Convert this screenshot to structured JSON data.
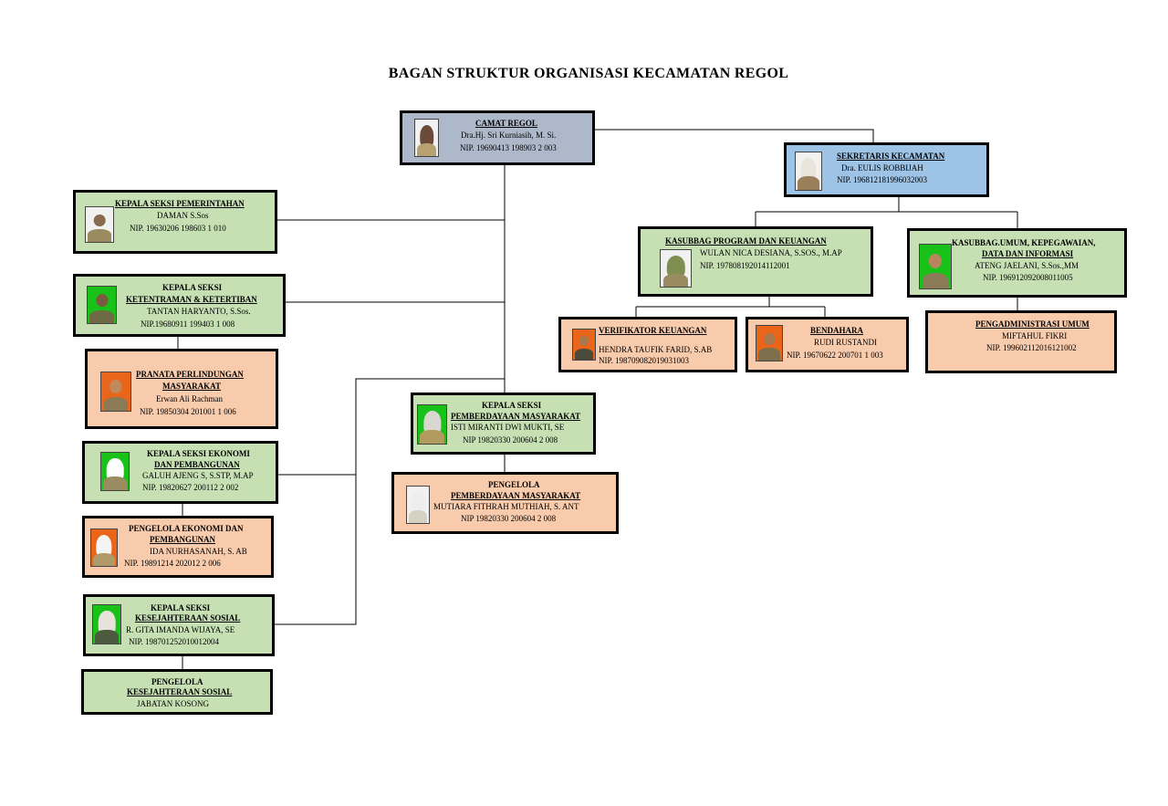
{
  "title": "BAGAN STRUKTUR ORGANISASI KECAMATAN REGOL",
  "colors": {
    "green": "#c6e0b4",
    "salmon": "#f8cbad",
    "grey": "#adb9ca",
    "blue": "#9dc3e6"
  },
  "camat": {
    "title": "CAMAT REGOL",
    "name": "Dra.Hj. Sri Kurniasih, M. Si.",
    "nip": "NIP. 19690413 198903 2 003"
  },
  "sekretaris": {
    "title": "SEKRETARIS KECAMATAN",
    "name": "Dra. EULIS ROBBIJAH",
    "nip": "NIP. 196812181996032003"
  },
  "kasubbag_program": {
    "title": "KASUBBAG PROGRAM DAN KEUANGAN",
    "name": "WULAN NICA DESIANA, S.SOS., M.AP",
    "nip": "NIP. 197808192014112001"
  },
  "kasubbag_umum": {
    "title_line1": "KASUBBAG.UMUM, KEPEGAWAIAN,",
    "title_line2": "DATA DAN INFORMASI",
    "name": "ATENG JAELANI, S.Sos.,MM",
    "nip": "NIP. 196912092008011005"
  },
  "verifikator": {
    "title": "VERIFIKATOR KEUANGAN",
    "name": "HENDRA TAUFIK FARID, S.AB",
    "nip": "NIP. 198709082019031003"
  },
  "bendahara": {
    "title": "BENDAHARA",
    "name": "RUDI RUSTANDI",
    "nip": "NIP. 19670622 200701 1 003"
  },
  "pengadministrasi": {
    "title": "PENGADMINISTRASI UMUM",
    "name": "MIFTAHUL FIKRI",
    "nip": "NIP. 199602112016121002"
  },
  "seksi_pemerintahan": {
    "title": "KEPALA SEKSI PEMERINTAHAN",
    "name": "DAMAN S.Sos",
    "nip": "NIP. 19630206 198603 1 010"
  },
  "seksi_ketentraman": {
    "title_line1": "KEPALA SEKSI",
    "title_line2": "KETENTRAMAN & KETERTIBAN",
    "name": "TANTAN HARYANTO, S.Sos.",
    "nip": "NIP.19680911 199403 1 008"
  },
  "pranata": {
    "title_line1": "PRANATA PERLINDUNGAN",
    "title_line2": "MASYARAKAT",
    "name": "Erwan Ali Rachman",
    "nip": "NIP. 19850304 201001 1 006"
  },
  "seksi_ekonomi": {
    "title_line1": "KEPALA SEKSI EKONOMI",
    "title_line2": "DAN PEMBANGUNAN",
    "name": "GALUH AJENG S, S.STP, M.AP",
    "nip": "NIP. 19820627 200112 2 002"
  },
  "pengelola_ekonomi": {
    "title_line1": "PENGELOLA EKONOMI DAN",
    "title_line2": "PEMBANGUNAN",
    "name": "IDA NURHASANAH, S. AB",
    "nip": "NIP. 19891214 202012 2 006"
  },
  "seksi_kesejahteraan": {
    "title_line1": "KEPALA SEKSI",
    "title_line2": "KESEJAHTERAAN SOSIAL",
    "name": "R. GITA IMANDA WIJAYA, SE",
    "nip": "NIP. 198701252010012004"
  },
  "pengelola_kesejahteraan": {
    "title_line1": "PENGELOLA",
    "title_line2": "KESEJAHTERAAN SOSIAL",
    "name": "JABATAN KOSONG"
  },
  "seksi_pemberdayaan": {
    "title_line1": "KEPALA SEKSI",
    "title_line2": "PEMBERDAYAAN MASYARAKAT",
    "name": "ISTI MIRANTI DWI MUKTI, SE",
    "nip": "NIP 19820330 200604 2 008"
  },
  "pengelola_pemberdayaan": {
    "title_line1": "PENGELOLA",
    "title_line2": "PEMBERDAYAAN MASYARAKAT",
    "name": "MUTIARA FITHRAH MUTHIAH, S. ANT",
    "nip": "NIP 19820330 200604 2 008"
  }
}
